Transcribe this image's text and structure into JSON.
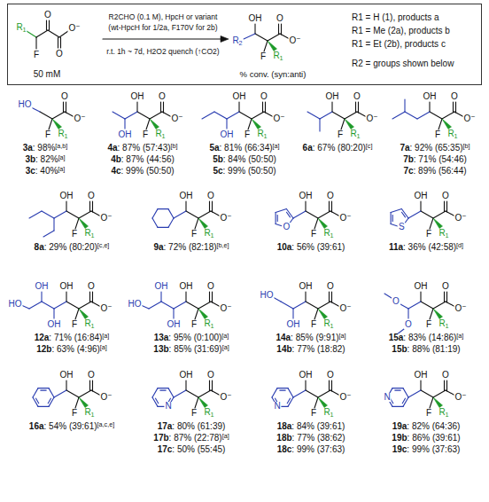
{
  "diagram": {
    "nodes": [
      {
        "text": [
          "R1",
          "O",
          "O",
          "O⁻",
          "F",
          "50 mM",
          "R2CHO (0.1 M), HpcH or variant",
          "(wt-HpcH for 1/2a, F170V for 2b)",
          "r.t. 1h ~ 7d, H2O2 quench (↑CO2)",
          "OH",
          "O",
          "O⁻",
          "F",
          "R1",
          "R2",
          "% conv. (syn:anti)",
          "R1 = H (1), products a",
          "R1 = Me (2a), products b",
          "R1 = Et (2b), products c",
          "R2 = groups shown below"
        ]
      }
    ],
    "labels": [
      "HO",
      "O",
      "O⁻",
      "F",
      "R1",
      "3a: 98%[a,b]",
      "3b: 82%[a]",
      "3c: 40%[a]",
      "OH",
      "O",
      "O⁻",
      "F",
      "R1",
      "OH",
      "4a: 87% (57:43)[b]",
      "4b: 87% (44:56)",
      "4c: 99% (50:50)",
      "OH",
      "O",
      "O⁻",
      "F",
      "R1",
      "OH",
      "5a: 81% (66:34)[a]",
      "5b: 84% (50:50)",
      "5c: 99% (50:50)",
      "OH",
      "O",
      "O⁻",
      "F",
      "R1",
      "6a: 67% (80:20)[c]",
      "OH",
      "O",
      "O⁻",
      "F",
      "R1",
      "7a: 92% (65:35)[b]",
      "7b: 71% (54:46)",
      "7c: 89% (56:44)",
      "OH",
      "O",
      "O⁻",
      "F",
      "R1",
      "8a: 29% (80:20)[c,e]",
      "OH",
      "O",
      "O⁻",
      "F",
      "R1",
      "9a: 72% (82:18)[b,e]",
      "OH",
      "O",
      "O⁻",
      "F",
      "R1",
      "O",
      "10a: 56% (39:61)",
      "OH",
      "O",
      "O⁻",
      "F",
      "R1",
      "S",
      "11a: 36% (42:58)[d]",
      "OH",
      "O",
      "O⁻",
      "F",
      "R1",
      "OH",
      "OH",
      "HO",
      "12a: 71% (16:84)[a]",
      "12b: 63% (4:96)[a]",
      "OH",
      "O",
      "O⁻",
      "F",
      "R1",
      "OH",
      "OH",
      "HO",
      "13a: 95% (0:100)[a]",
      "13b: 85% (31:69)[a]",
      "OH",
      "O",
      "O⁻",
      "F",
      "R1",
      "OH",
      "HO",
      "14a: 85% (9:91)[a]",
      "14b: 77% (18:82)",
      "OH",
      "O",
      "O⁻",
      "F",
      "R1",
      "O",
      "O",
      "15a: 83% (14:86)[a]",
      "15b: 88% (81:19)",
      "OH",
      "O",
      "O⁻",
      "F",
      "R1",
      "16a: 54% (39:61)[a,c,e]",
      "OH",
      "O",
      "O⁻",
      "F",
      "R1",
      "N",
      "17a: 80% (61:39)",
      "17b: 87% (22:78)[a]",
      "17c: 50% (55:45)",
      "OH",
      "O",
      "O⁻",
      "F",
      "R1",
      "N",
      "18a: 84% (39:61)",
      "18b: 77% (38:62)",
      "18c: 99% (37:63)",
      "OH",
      "O",
      "O⁻",
      "F",
      "R1",
      "N",
      "19a: 82% (64:36)",
      "19b: 86% (39:61)",
      "19c: 99% (37:63)"
    ]
  }
}
